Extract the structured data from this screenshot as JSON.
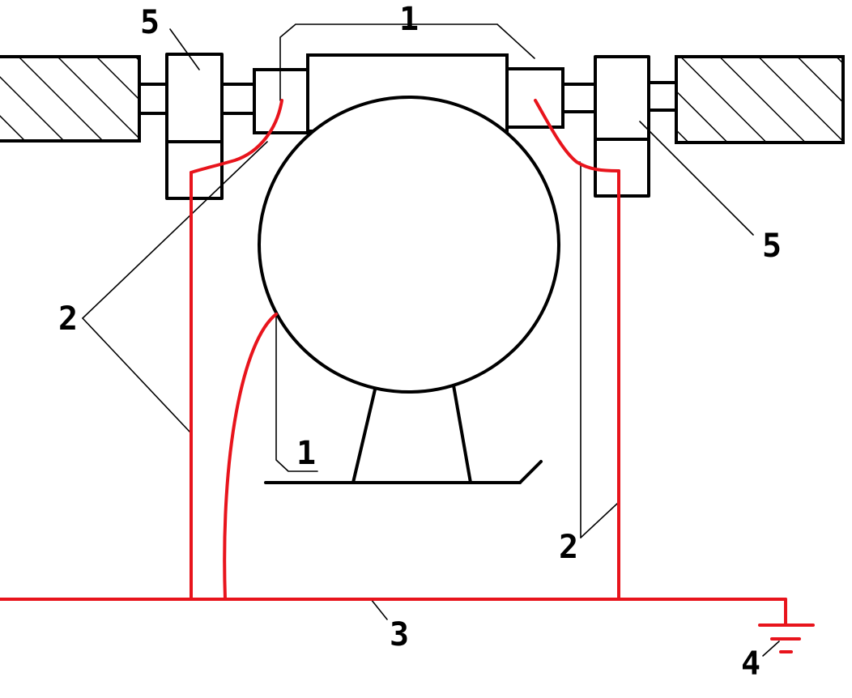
{
  "colors": {
    "line": "#000000",
    "conductor": "#e8141c",
    "background": "#ffffff"
  },
  "labels": {
    "five_left": "5",
    "five_right": "5",
    "one_top": "1",
    "one_bottom": "1",
    "two_left": "2",
    "two_right": "2",
    "three": "3",
    "four": "4"
  }
}
